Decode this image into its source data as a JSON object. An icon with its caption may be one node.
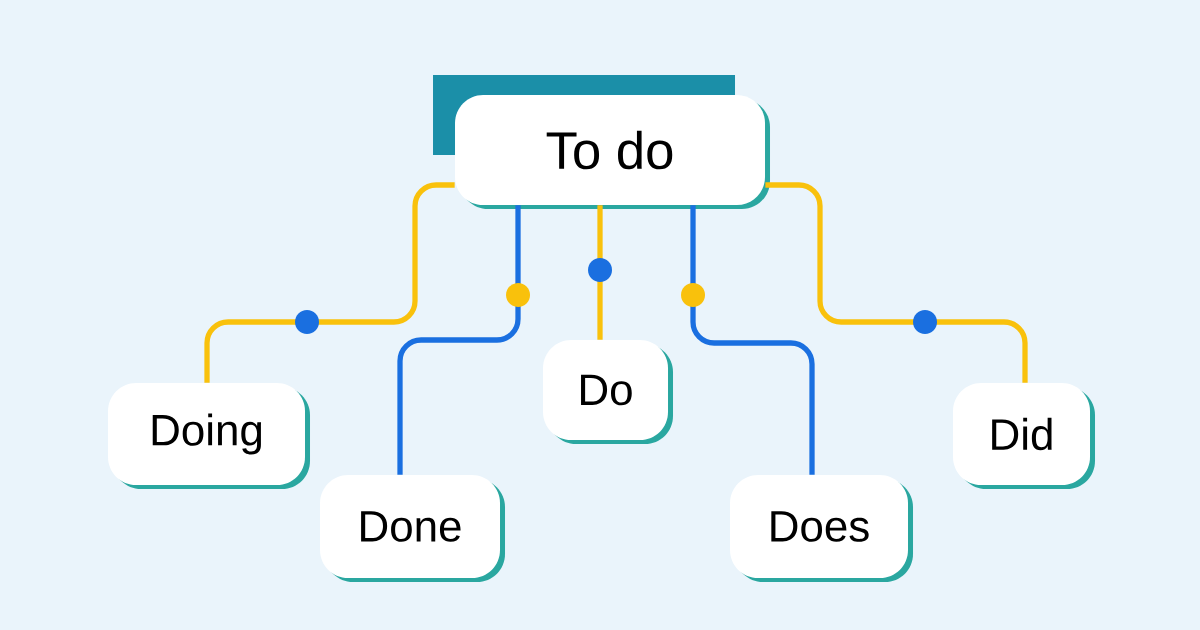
{
  "diagram": {
    "nodes": [
      {
        "text": [
          "To do"
        ]
      },
      {
        "text": [
          "Doing"
        ]
      },
      {
        "text": [
          "Done"
        ]
      },
      {
        "text": [
          "Do"
        ]
      },
      {
        "text": [
          "Does"
        ]
      },
      {
        "text": [
          "Did"
        ]
      }
    ],
    "edges": [
      {
        "from": 0,
        "to": 1,
        "arrow": "none"
      },
      {
        "from": 0,
        "to": 2,
        "arrow": "none",
        "color": "#1a6fe0"
      },
      {
        "from": 0,
        "to": 3,
        "arrow": "none"
      },
      {
        "from": 0,
        "to": 4,
        "arrow": "none",
        "color": "#1a6fe0"
      },
      {
        "from": 0,
        "to": 5,
        "arrow": "none"
      }
    ]
  }
}
